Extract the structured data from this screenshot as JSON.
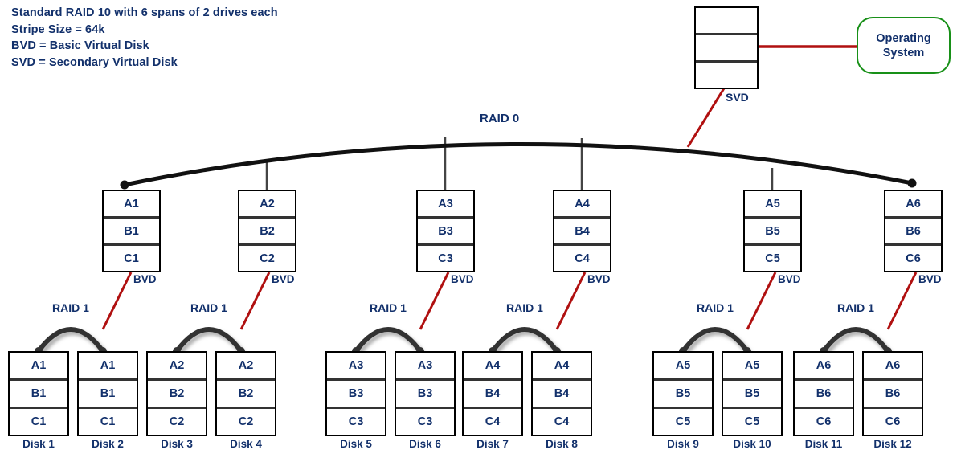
{
  "legend": {
    "lines": [
      "Standard RAID 10 with 6 spans of 2 drives each",
      "Stripe Size = 64k",
      "BVD = Basic Virtual Disk",
      "SVD = Secondary Virtual Disk"
    ]
  },
  "labels": {
    "raid0": "RAID 0",
    "raid1": "RAID 1",
    "bvd": "BVD",
    "svd": "SVD"
  },
  "os_box": {
    "line1": "Operating",
    "line2": "System"
  },
  "svd": {
    "cells": [
      "",
      "",
      ""
    ]
  },
  "bvds": [
    {
      "name": "bvd-1",
      "cells": [
        "A1",
        "B1",
        "C1"
      ],
      "label": "BVD"
    },
    {
      "name": "bvd-2",
      "cells": [
        "A2",
        "B2",
        "C2"
      ],
      "label": "BVD"
    },
    {
      "name": "bvd-3",
      "cells": [
        "A3",
        "B3",
        "C3"
      ],
      "label": "BVD"
    },
    {
      "name": "bvd-4",
      "cells": [
        "A4",
        "B4",
        "C4"
      ],
      "label": "BVD"
    },
    {
      "name": "bvd-5",
      "cells": [
        "A5",
        "B5",
        "C5"
      ],
      "label": "BVD"
    },
    {
      "name": "bvd-6",
      "cells": [
        "A6",
        "B6",
        "C6"
      ],
      "label": "BVD"
    }
  ],
  "disks": [
    {
      "label": "Disk 1",
      "cells": [
        "A1",
        "B1",
        "C1"
      ]
    },
    {
      "label": "Disk 2",
      "cells": [
        "A1",
        "B1",
        "C1"
      ]
    },
    {
      "label": "Disk 3",
      "cells": [
        "A2",
        "B2",
        "C2"
      ]
    },
    {
      "label": "Disk 4",
      "cells": [
        "A2",
        "B2",
        "C2"
      ]
    },
    {
      "label": "Disk 5",
      "cells": [
        "A3",
        "B3",
        "C3"
      ]
    },
    {
      "label": "Disk 6",
      "cells": [
        "A3",
        "B3",
        "C3"
      ]
    },
    {
      "label": "Disk 7",
      "cells": [
        "A4",
        "B4",
        "C4"
      ]
    },
    {
      "label": "Disk 8",
      "cells": [
        "A4",
        "B4",
        "C4"
      ]
    },
    {
      "label": "Disk 9",
      "cells": [
        "A5",
        "B5",
        "C5"
      ]
    },
    {
      "label": "Disk 10",
      "cells": [
        "A5",
        "B5",
        "C5"
      ]
    },
    {
      "label": "Disk 11",
      "cells": [
        "A6",
        "B6",
        "C6"
      ]
    },
    {
      "label": "Disk 12",
      "cells": [
        "A6",
        "B6",
        "C6"
      ]
    }
  ],
  "raid1_groups": [
    {
      "label": "RAID 1"
    },
    {
      "label": "RAID 1"
    },
    {
      "label": "RAID 1"
    },
    {
      "label": "RAID 1"
    },
    {
      "label": "RAID 1"
    },
    {
      "label": "RAID 1"
    }
  ],
  "colors": {
    "text_blue": "#12306b",
    "box_border": "#000000",
    "divider": "#333333",
    "red_link": "#b01010",
    "green_border": "#189018",
    "arc_black": "#111111",
    "stem_gray": "#444444"
  }
}
